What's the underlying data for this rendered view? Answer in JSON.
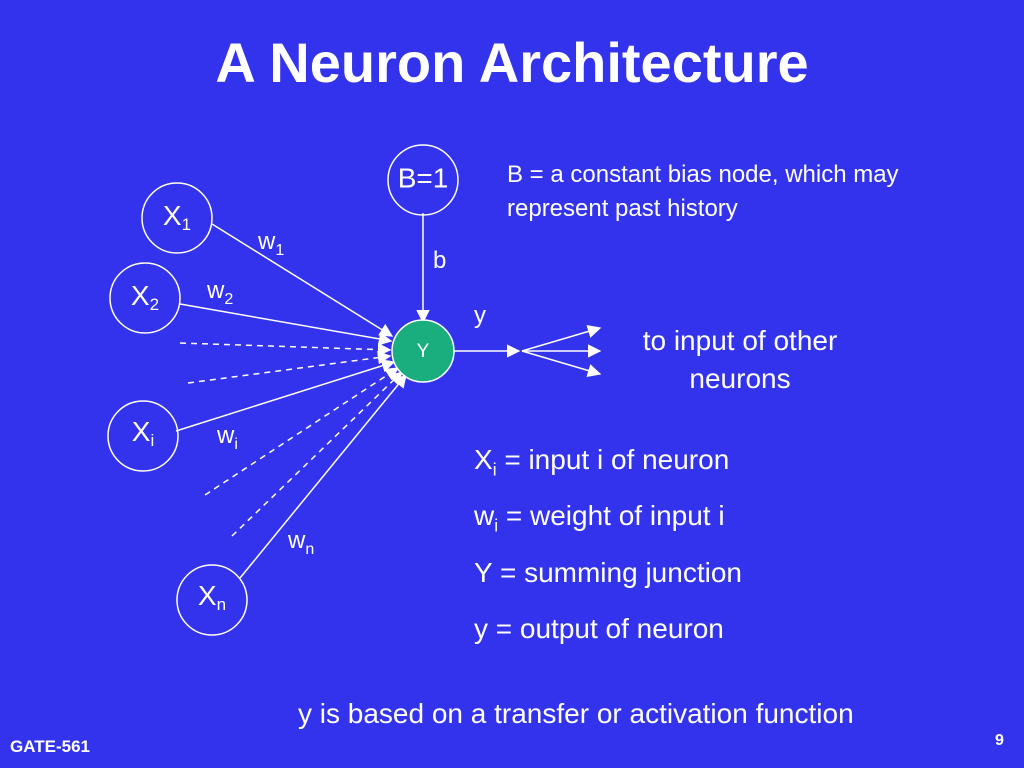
{
  "slide": {
    "title": "A Neuron Architecture",
    "footer_course": "GATE-561",
    "page_number": "9",
    "bottom_note": "y is based on a transfer or activation function"
  },
  "diagram": {
    "bias_node_label": "B=1",
    "bias_edge_label": "b",
    "summing_node_label": "Y",
    "output_edge_label": "y",
    "inputs": [
      {
        "base": "X",
        "sub": "1",
        "weight_base": "w",
        "weight_sub": "1"
      },
      {
        "base": "X",
        "sub": "2",
        "weight_base": "w",
        "weight_sub": "2"
      },
      {
        "base": "X",
        "sub": "i",
        "weight_base": "w",
        "weight_sub": "i"
      },
      {
        "base": "X",
        "sub": "n",
        "weight_base": "w",
        "weight_sub": "n"
      }
    ],
    "colors": {
      "background": "#3333ee",
      "summing_node_fill": "#1aae7e",
      "lines": "#ffffff"
    }
  },
  "notes": {
    "bias_description": "B = a constant bias node, which may represent past history",
    "output_description": "to input of other neurons"
  },
  "legend": [
    {
      "base": "X",
      "sub": "i",
      "text": " = input i of neuron"
    },
    {
      "base": "w",
      "sub": "i",
      "text": " = weight of input i"
    },
    {
      "base": "Y",
      "sub": "",
      "text": " = summing junction"
    },
    {
      "base": "y",
      "sub": "",
      "text": " = output of neuron"
    }
  ]
}
